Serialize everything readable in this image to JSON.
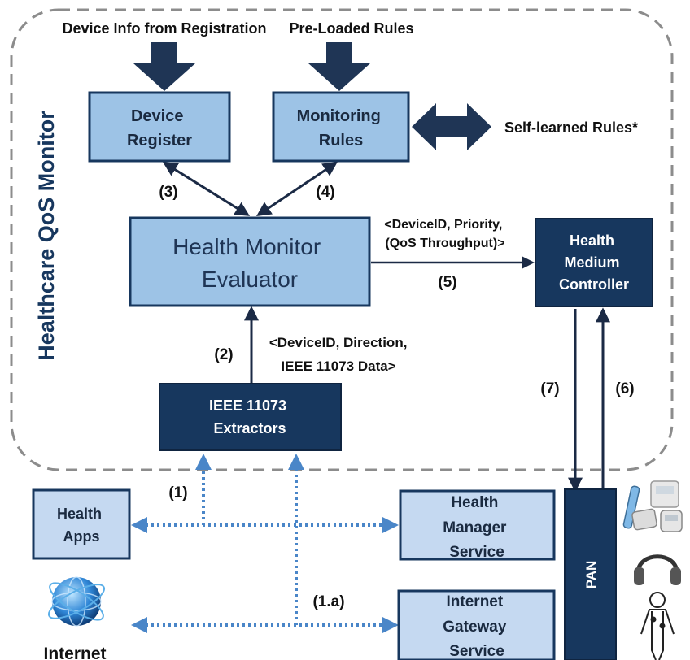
{
  "monitor": {
    "title": "Healthcare QoS Monitor"
  },
  "inputs": {
    "registration": "Device Info from Registration",
    "preloaded": "Pre-Loaded Rules",
    "selflearned": "Self-learned Rules*"
  },
  "boxes": {
    "device_register": [
      "Device",
      "Register"
    ],
    "monitoring_rules": [
      "Monitoring",
      "Rules"
    ],
    "evaluator": [
      "Health Monitor",
      "Evaluator"
    ],
    "medium_controller": [
      "Health",
      "Medium",
      "Controller"
    ],
    "extractors": [
      "IEEE 11073",
      "Extractors"
    ],
    "health_apps": [
      "Health",
      "Apps"
    ],
    "manager_service": [
      "Health",
      "Manager",
      "Service"
    ],
    "gateway_service": [
      "Internet",
      "Gateway",
      "Service"
    ],
    "pan": "PAN"
  },
  "labels": {
    "step1": "(1)",
    "step1a": "(1.a)",
    "step2": "(2)",
    "step3": "(3)",
    "step4": "(4)",
    "step5": "(5)",
    "step6": "(6)",
    "step7": "(7)",
    "msg5": [
      "<DeviceID, Priority,",
      "(QoS Throughput)>"
    ],
    "msg2": [
      "<DeviceID, Direction,",
      "IEEE 11073 Data>"
    ]
  },
  "internet": {
    "label": "Internet"
  },
  "colors": {
    "light_box": "#9DC3E6",
    "pale_box": "#C5D9F1",
    "dark_box": "#17375E",
    "dotted": "#4A86C8",
    "text": "#111111"
  }
}
